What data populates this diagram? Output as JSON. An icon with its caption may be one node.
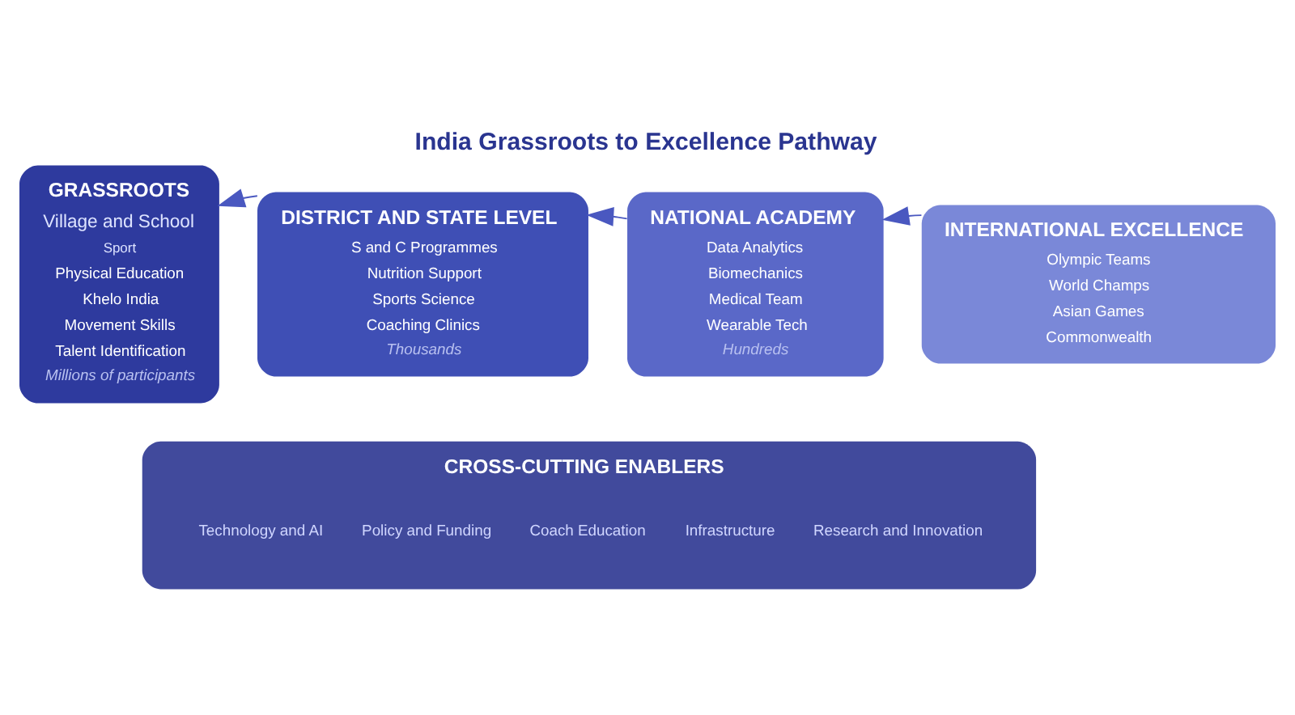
{
  "diagram": {
    "title": "India Grassroots to Excellence Pathway",
    "nodes": [
      {
        "text": [
          "GRASSROOTS",
          "Village and School",
          "Sport",
          "Physical Education",
          "Khelo India",
          "Movement Skills",
          "Talent Identification",
          "Millions of participants"
        ]
      },
      {
        "text": [
          "DISTRICT AND STATE LEVEL",
          "S and C Programmes",
          "Nutrition Support",
          "Sports Science",
          "Coaching Clinics",
          "Thousands"
        ]
      },
      {
        "text": [
          "NATIONAL ACADEMY",
          "Data Analytics",
          "Biomechanics",
          "Medical Team",
          "Wearable Tech",
          "Hundreds"
        ]
      },
      {
        "text": [
          "INTERNATIONAL EXCELLENCE",
          "Olympic Teams",
          "World Champs",
          "Asian Games",
          "Commonwealth"
        ]
      },
      {
        "text": [
          "CROSS-CUTTING ENABLERS",
          "Technology and AI",
          "Policy and Funding",
          "Coach Education",
          "Infrastructure",
          "Research and Innovation"
        ]
      }
    ],
    "edges": [
      {
        "from": 1,
        "to": 0,
        "arrow": "to"
      },
      {
        "from": 2,
        "to": 1,
        "arrow": "to"
      },
      {
        "from": 3,
        "to": 2,
        "arrow": "to"
      }
    ]
  }
}
